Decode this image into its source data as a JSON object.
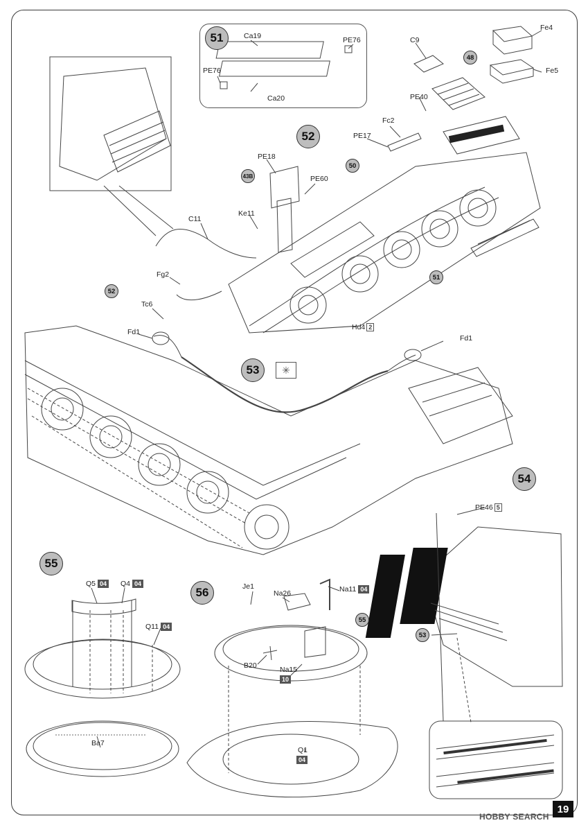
{
  "page_number": "19",
  "watermark": "HOBBY SEARCH",
  "steps": {
    "s51": "51",
    "s52": "52",
    "s53": "53",
    "s54": "54",
    "s55": "55",
    "s56": "56",
    "m48": "48",
    "m50": "50",
    "m43b": "43B",
    "m51": "51",
    "m52": "52",
    "m53": "53",
    "m55": "55"
  },
  "labels": {
    "ca19": "Ca19",
    "ca20": "Ca20",
    "pe76a": "PE76",
    "pe76b": "PE76",
    "c9": "C9",
    "fe4": "Fe4",
    "fe5": "Fe5",
    "pe40": "PE40",
    "fc2": "Fc2",
    "pe17": "PE17",
    "pe18": "PE18",
    "pe60": "PE60",
    "ke11": "Ke11",
    "c11": "C11",
    "fg2": "Fg2",
    "tc6": "Tc6",
    "fd1a": "Fd1",
    "fd1b": "Fd1",
    "hd4": "Hd4",
    "hd4x": "2",
    "pe46": "PE46",
    "pe46x": "5",
    "q5": "Q5",
    "q4": "Q4",
    "q11": "Q11",
    "ba7": "Ba7",
    "je1": "Je1",
    "na26": "Na26",
    "na11": "Na11",
    "b20": "B20",
    "na15": "Na15",
    "q1": "Q1"
  },
  "badges": {
    "q5": "04",
    "q4": "04",
    "q11": "04",
    "na11": "04",
    "na15": "10",
    "q1": "04"
  },
  "symbols": {
    "grid": "✳"
  }
}
